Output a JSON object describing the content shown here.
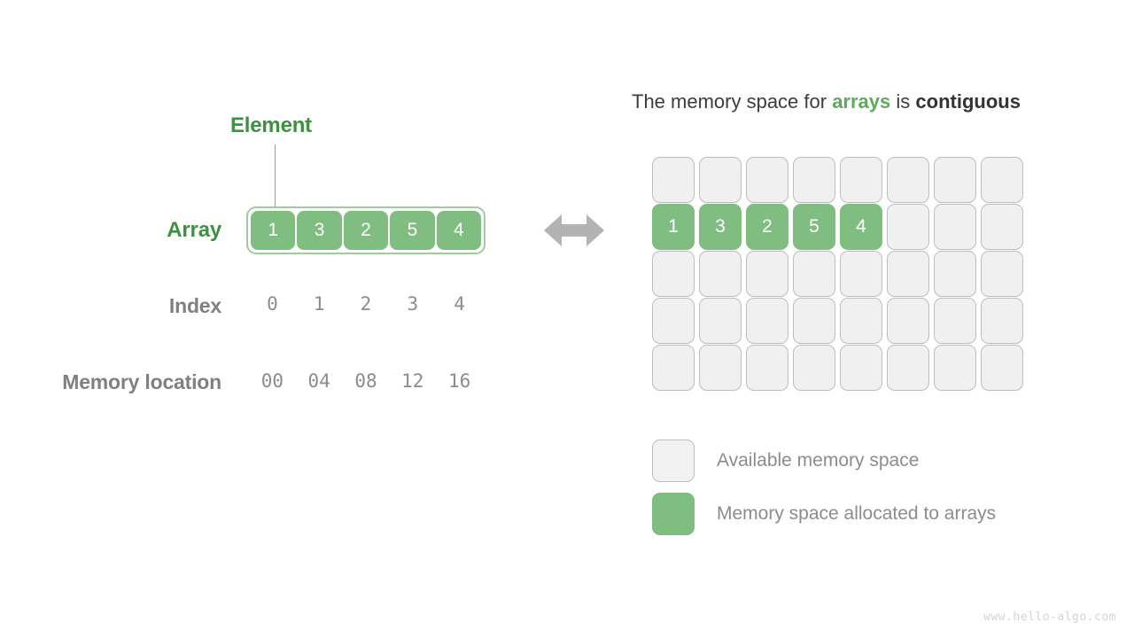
{
  "diagram": {
    "watermark": "www.hello-algo.com"
  },
  "left": {
    "callout": {
      "label": "Element"
    },
    "rows": {
      "array_label": "Array",
      "index_label": "Index",
      "memory_label": "Memory location"
    },
    "array": {
      "values": [
        "1",
        "3",
        "2",
        "5",
        "4"
      ],
      "indices": [
        "0",
        "1",
        "2",
        "3",
        "4"
      ],
      "memory_locations": [
        "00",
        "04",
        "08",
        "12",
        "16"
      ]
    }
  },
  "arrow": {
    "icon": "double-headed-horizontal-arrow-icon",
    "color": "#b3b3b3"
  },
  "right": {
    "heading": {
      "part1": "The memory space for ",
      "highlight_green": "arrays",
      "part2": " is ",
      "highlight_dark": "contiguous"
    },
    "grid": {
      "columns": 8,
      "rows": 5,
      "allocated_row_index": 1,
      "allocated_values": [
        "1",
        "3",
        "2",
        "5",
        "4"
      ]
    },
    "legend": [
      {
        "swatch": "free",
        "label": "Available memory space"
      },
      {
        "swatch": "used",
        "label": "Memory space allocated to arrays"
      }
    ]
  },
  "colors": {
    "green_fill": "#80bd80",
    "green_text": "#3e9142",
    "green_highlight": "#5cab5c",
    "gray_label": "#808080",
    "gray_value": "#8c8c8c",
    "cell_free_fill": "#f0f0f0",
    "cell_free_border": "#bdbdbd",
    "arrow_gray": "#b3b3b3",
    "watermark_gray": "#d4d4d4"
  }
}
